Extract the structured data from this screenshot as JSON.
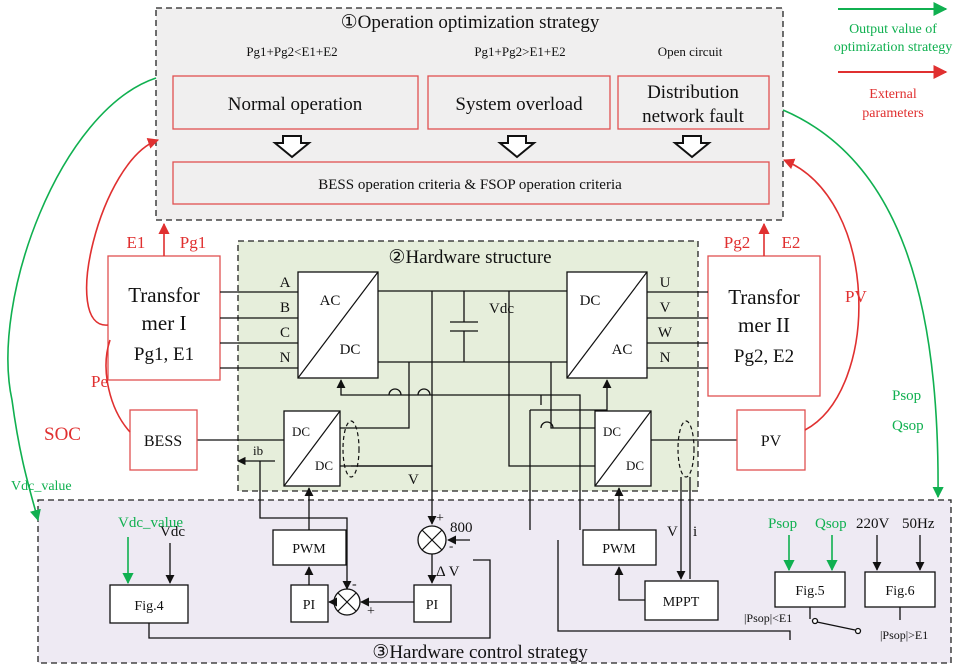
{
  "legend": {
    "green_line1": "Output value of",
    "green_line2": "optimization strategy",
    "red_line1": "External",
    "red_line2": "parameters"
  },
  "top": {
    "title": "①Operation optimization strategy",
    "cond1": "Pg1+Pg2<E1+E2",
    "cond2": "Pg1+Pg2>E1+E2",
    "cond3": "Open circuit",
    "mode1": "Normal operation",
    "mode2": "System overload",
    "mode3_l1": "Distribution",
    "mode3_l2": "network fault",
    "criteria": "BESS operation criteria & FSOP operation criteria"
  },
  "hw": {
    "title": "②Hardware structure",
    "phases_left": [
      "A",
      "B",
      "C",
      "N"
    ],
    "phases_right": [
      "U",
      "V",
      "W",
      "N"
    ],
    "conv1_top": "AC",
    "conv1_bot": "DC",
    "conv2_top": "DC",
    "conv2_bot": "AC",
    "dcdc_top": "DC",
    "dcdc_bot": "DC",
    "vdc": "Vdc"
  },
  "left": {
    "trans1_l1": "Transfor",
    "trans1_l2": "mer I",
    "trans1_l3": "Pg1, E1",
    "e1": "E1",
    "pg1": "Pg1",
    "pe": "Pe",
    "soc": "SOC",
    "bess": "BESS",
    "ib": "ib",
    "vdc_value": "Vdc_value"
  },
  "right": {
    "trans2_l1": "Transfor",
    "trans2_l2": "mer II",
    "trans2_l3": "Pg2, E2",
    "pg2": "Pg2",
    "e2": "E2",
    "pv_sig": "PV",
    "pv": "PV",
    "psop": "Psop",
    "qsop": "Qsop"
  },
  "ctrl": {
    "title": "③Hardware control strategy",
    "vdc_value": "Vdc_value",
    "vdc": "Vdc",
    "fig4": "Fig.4",
    "pwm_left": "PWM",
    "pi_left": "PI",
    "pi_right": "PI",
    "v_label": "V",
    "ref800": "800",
    "delta_v": "Δ V",
    "plus1": "+",
    "plus2": "+",
    "minus1": "-",
    "minus2": "-",
    "pwm_right": "PWM",
    "v_right": "V",
    "i_right": "i",
    "mppt": "MPPT",
    "psop": "Psop",
    "qsop": "Qsop",
    "volt": "220V",
    "freq": "50Hz",
    "fig5": "Fig.5",
    "fig6": "Fig.6",
    "cond_lt": "|Psop|<E1",
    "cond_gt": "|Psop|>E1"
  },
  "colors": {
    "red": "#e03030",
    "green": "#10b050",
    "top_bg": "#f0efef",
    "hw_bg": "#e6eedb",
    "ctrl_bg": "#eeeaf3"
  }
}
